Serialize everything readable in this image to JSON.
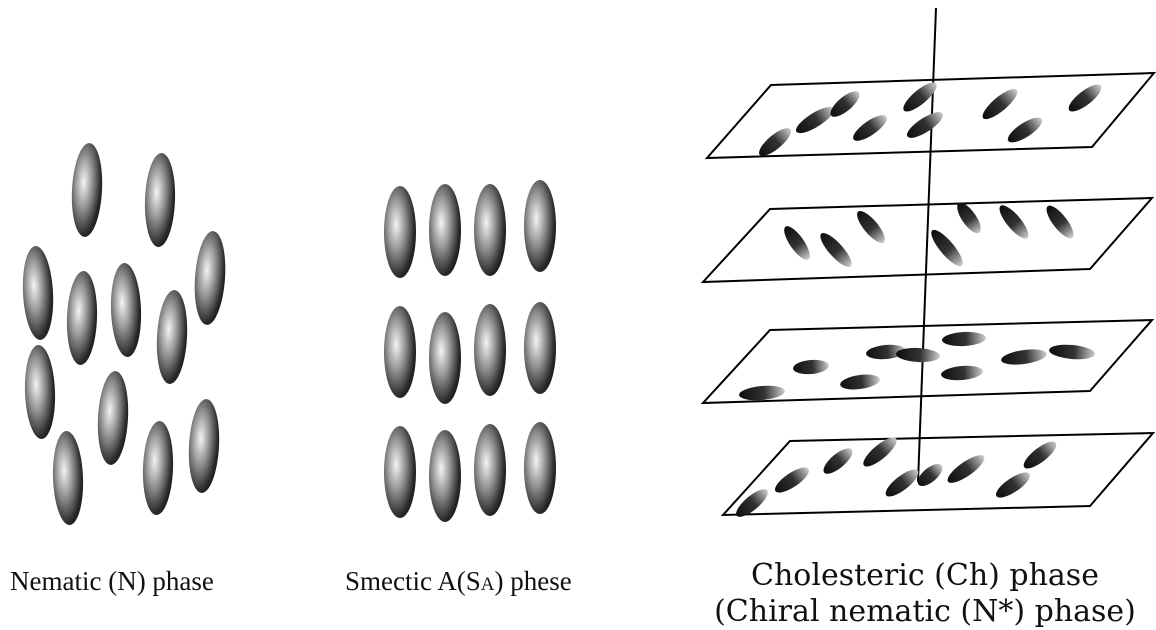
{
  "panels": [
    {
      "id": "nematic",
      "caption": "Nematic (N) phase"
    },
    {
      "id": "smectic",
      "caption_main": "Smectic A(S",
      "caption_sub": "A",
      "caption_tail": ") phese"
    },
    {
      "id": "cholesteric",
      "caption_line1": "Cholesteric (Ch) phase",
      "caption_line2": "(Chiral nematic (N*) phase)"
    }
  ],
  "colors": {
    "molecule_dark": "#111111",
    "molecule_light": "#f2f2f2",
    "line": "#000000",
    "background": "#ffffff"
  }
}
